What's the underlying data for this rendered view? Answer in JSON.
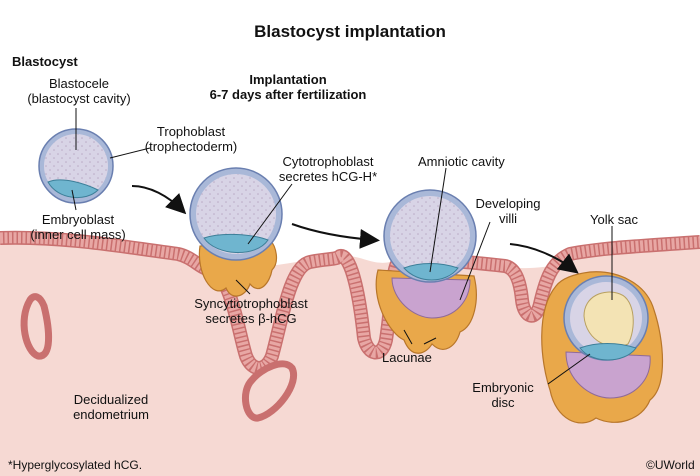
{
  "title": "Blastocyst implantation",
  "blastocyst_heading": "Blastocyst",
  "implantation_heading": {
    "line1": "Implantation",
    "line2": "6-7 days after fertilization"
  },
  "labels": {
    "blastocele": {
      "line1": "Blastocele",
      "line2": "(blastocyst cavity)"
    },
    "trophoblast": {
      "line1": "Trophoblast",
      "line2": "(trophectoderm)"
    },
    "embryoblast": {
      "line1": "Embryoblast",
      "line2": "(inner cell mass)"
    },
    "cytotrophoblast": {
      "line1": "Cytotrophoblast",
      "line2": "secretes hCG-H*"
    },
    "syncytiotrophoblast": {
      "line1": "Syncytiotrophoblast",
      "line2": "secretes β-hCG"
    },
    "amniotic_cavity": "Amniotic cavity",
    "developing_villi": {
      "line1": "Developing",
      "line2": "villi"
    },
    "yolk_sac": "Yolk sac",
    "lacunae": "Lacunae",
    "embryonic_disc": {
      "line1": "Embryonic",
      "line2": "disc"
    },
    "decidualized_endometrium": {
      "line1": "Decidualized",
      "line2": "endometrium"
    }
  },
  "footnote": "*Hyperglycosylated hCG.",
  "credit": "©UWorld",
  "colors": {
    "endometrium": "#f6d9d3",
    "epithelium": "#e8a7a4",
    "epithelium_stroke": "#c9706f",
    "cavity": "#d8d4e6",
    "trophoblast_ring": "#a9b8d8",
    "inner_cell_mass": "#6fb5cf",
    "syncytio": "#e9a84a",
    "cytotrophoblast": "#c9a3cf",
    "yolk_sac": "#f3e3b4"
  }
}
